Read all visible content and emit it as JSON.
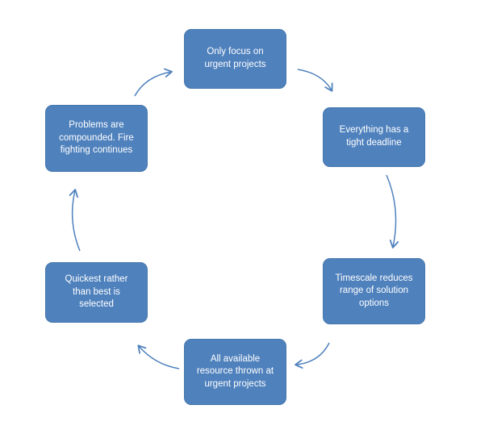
{
  "diagram": {
    "type": "cycle",
    "accent_color": "#4F81BD",
    "background_color": "#FFFFFF",
    "nodes": [
      {
        "id": "top",
        "label": "Only focus on urgent projects"
      },
      {
        "id": "right-upper",
        "label": "Everything has a tight deadline"
      },
      {
        "id": "right-lower",
        "label": "Timescale reduces range of solution options"
      },
      {
        "id": "bottom",
        "label": "All available resource thrown at urgent projects"
      },
      {
        "id": "left-lower",
        "label": "Quickest rather than best is selected"
      },
      {
        "id": "left-upper",
        "label": "Problems are compounded. Fire fighting continues"
      }
    ],
    "edges": [
      {
        "from": "top",
        "to": "right-upper"
      },
      {
        "from": "right-upper",
        "to": "right-lower"
      },
      {
        "from": "right-lower",
        "to": "bottom"
      },
      {
        "from": "bottom",
        "to": "left-lower"
      },
      {
        "from": "left-lower",
        "to": "left-upper"
      },
      {
        "from": "left-upper",
        "to": "top"
      }
    ]
  }
}
